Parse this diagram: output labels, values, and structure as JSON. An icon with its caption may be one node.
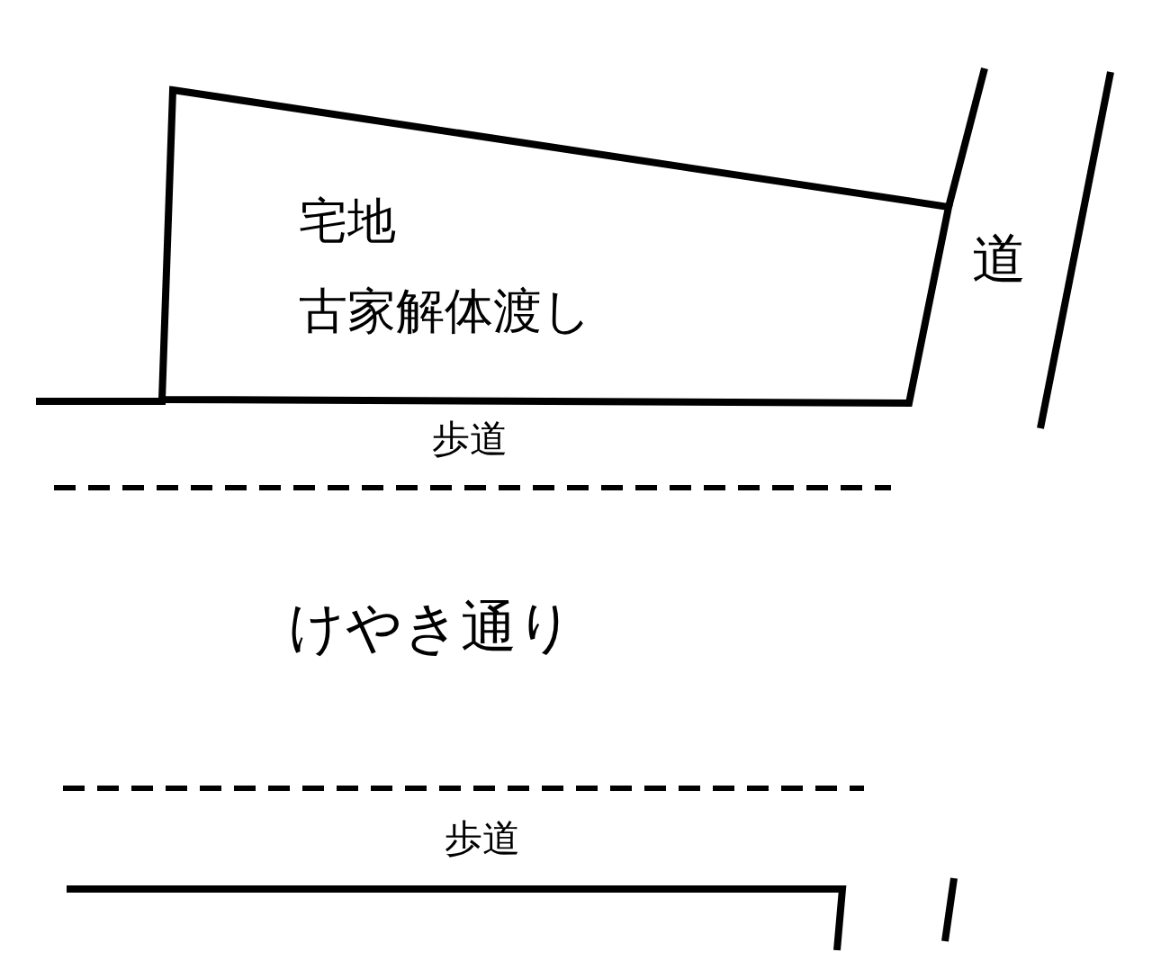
{
  "diagram": {
    "nodes": [
      {
        "text": [
          "宅地",
          "古家解体渡し"
        ]
      }
    ],
    "labels": [
      "道",
      "歩道",
      "けやき通り",
      "歩道"
    ]
  }
}
